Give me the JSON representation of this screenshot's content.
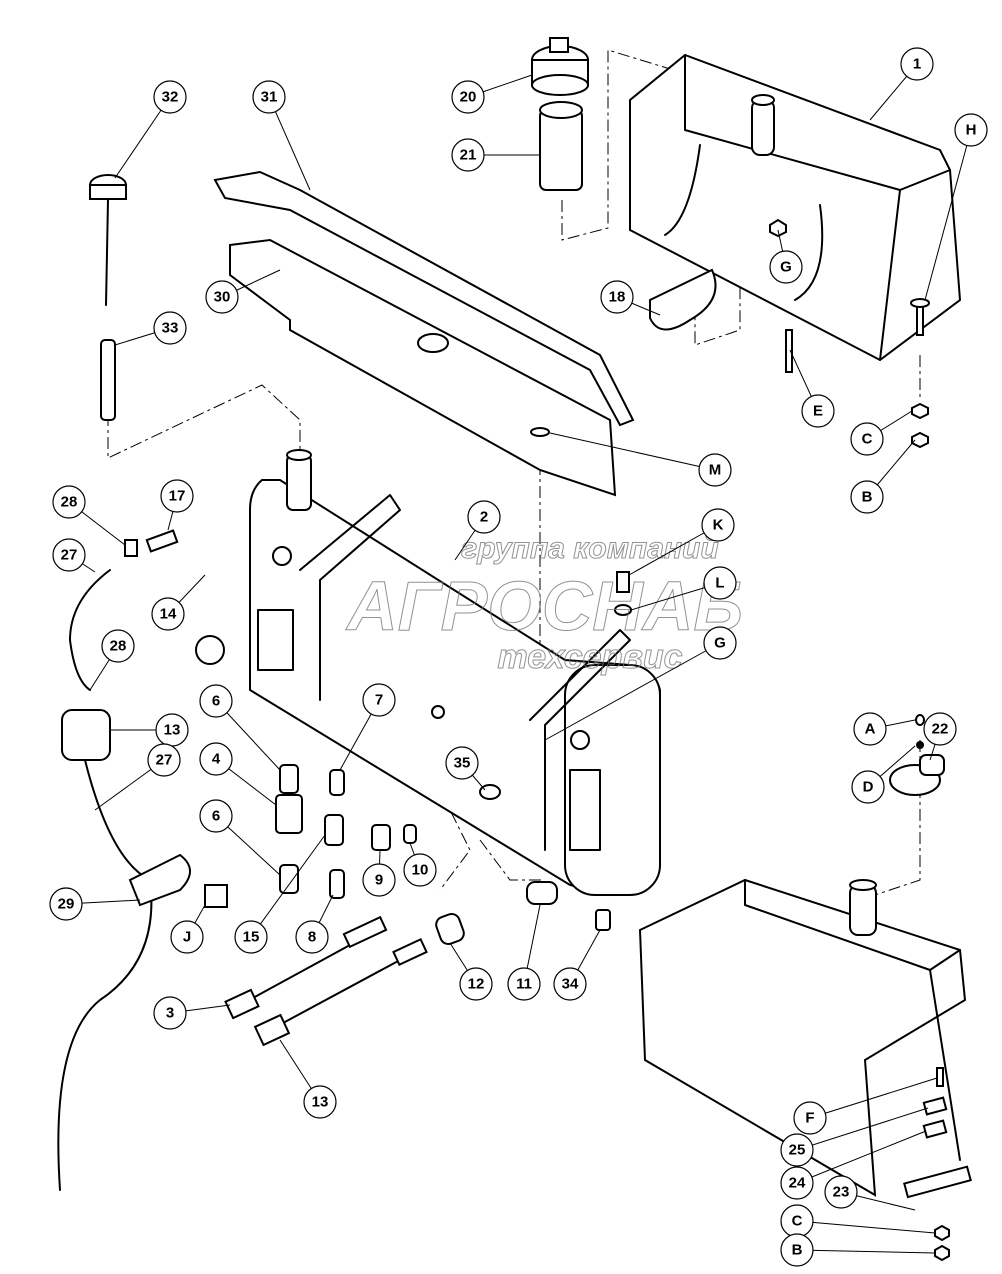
{
  "watermark": {
    "line1": "группа компаний",
    "line2": "АГРОСНАБ",
    "line3": "техсервис"
  },
  "callouts": [
    "1",
    "H",
    "G",
    "18",
    "E",
    "C",
    "B",
    "20",
    "21",
    "31",
    "30",
    "32",
    "33",
    "M",
    "2",
    "K",
    "L",
    "G",
    "17",
    "28",
    "27",
    "14",
    "28",
    "13",
    "6",
    "7",
    "4",
    "35",
    "27",
    "6",
    "9",
    "10",
    "15",
    "8",
    "29",
    "J",
    "3",
    "12",
    "11",
    "34",
    "13",
    "A",
    "D",
    "22",
    "F",
    "25",
    "24",
    "23",
    "C",
    "B"
  ]
}
